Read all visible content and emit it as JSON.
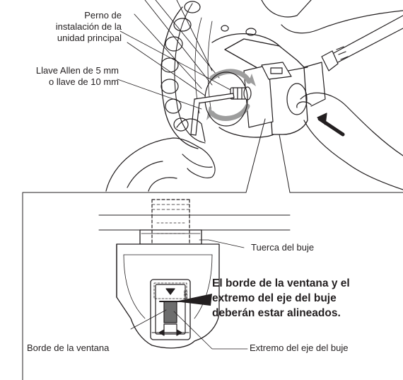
{
  "labels": {
    "bolt_line1": "Perno de",
    "bolt_line2": "instalación de la",
    "bolt_line3": "unidad principal",
    "wrench_line1": "Llave Allen de 5 mm",
    "wrench_line2": "o llave de 10 mm",
    "hub_nut": "Tuerca del buje",
    "window_edge": "Borde de la ventana",
    "axle_end": "Extremo del eje del buje",
    "set_mark": "SET"
  },
  "callout": {
    "line1": "El borde de la ventana y el",
    "line2": "extremo del eje del buje",
    "line3": "deberán estar alineados."
  }
}
